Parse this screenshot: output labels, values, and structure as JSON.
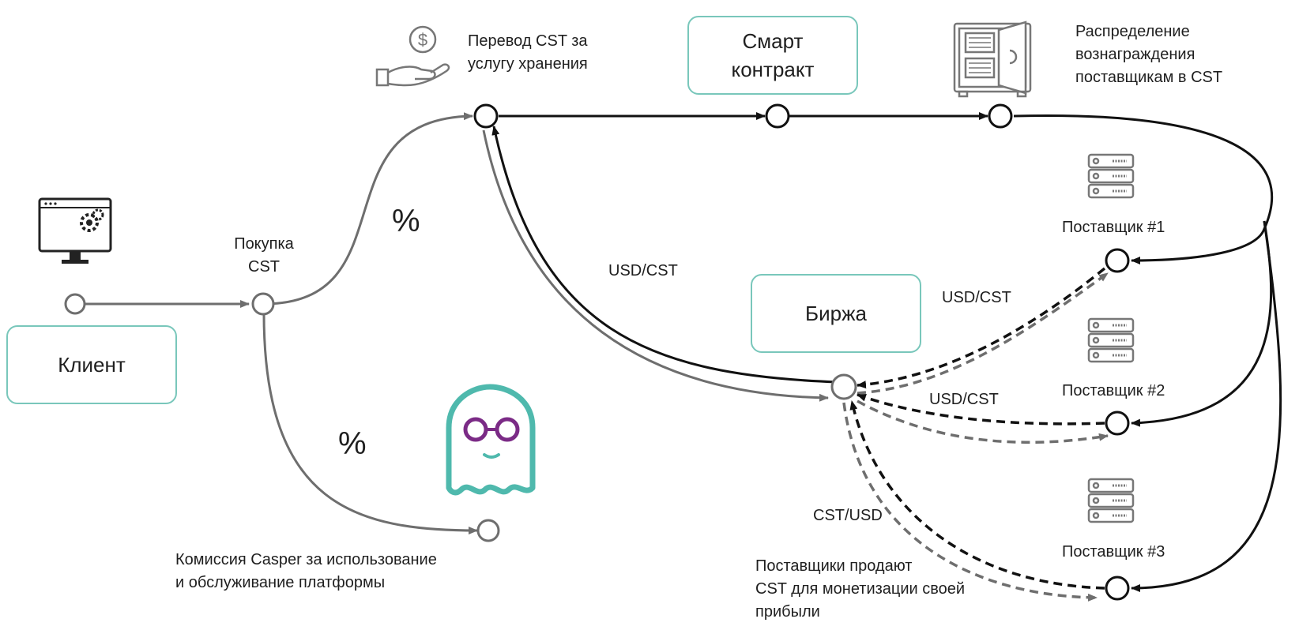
{
  "boxes": {
    "client": "Клиент",
    "smart_contract_line1": "Смарт",
    "smart_contract_line2": "контракт",
    "exchange": "Биржа"
  },
  "labels": {
    "purchase_line1": "Покупка",
    "purchase_line2": "CST",
    "transfer_line1": "Перевод CST за",
    "transfer_line2": "услугу хранения",
    "distribution_line1": "Распределение",
    "distribution_line2": "вознаграждения",
    "distribution_line3": "поставщикам в CST",
    "usd_cst_main": "USD/CST",
    "usd_cst_1": "USD/CST",
    "usd_cst_2": "USD/CST",
    "cst_usd": "CST/USD",
    "provider_1": "Поставщик #1",
    "provider_2": "Поставщик #2",
    "provider_3": "Поставщик #3",
    "commission_line1": "Комиссия Casper за использование",
    "commission_line2": "и обслуживание платформы",
    "providers_sell_line1": "Поставщики продают",
    "providers_sell_line2": "CST для монетизации своей",
    "providers_sell_line3": "прибыли",
    "percent_top": "%",
    "percent_bottom": "%"
  },
  "icons": {
    "client": "monitor-gear-icon",
    "payment": "hand-coin-icon",
    "vault": "safe-icon",
    "server": "server-rack-icon",
    "casper": "ghost-icon"
  },
  "colors": {
    "box_border": "#79c7bb",
    "ghost_teal": "#4fb9ad",
    "ghost_glasses": "#7b2b86",
    "line_dark": "#111111",
    "line_gray": "#6e6e6e"
  }
}
